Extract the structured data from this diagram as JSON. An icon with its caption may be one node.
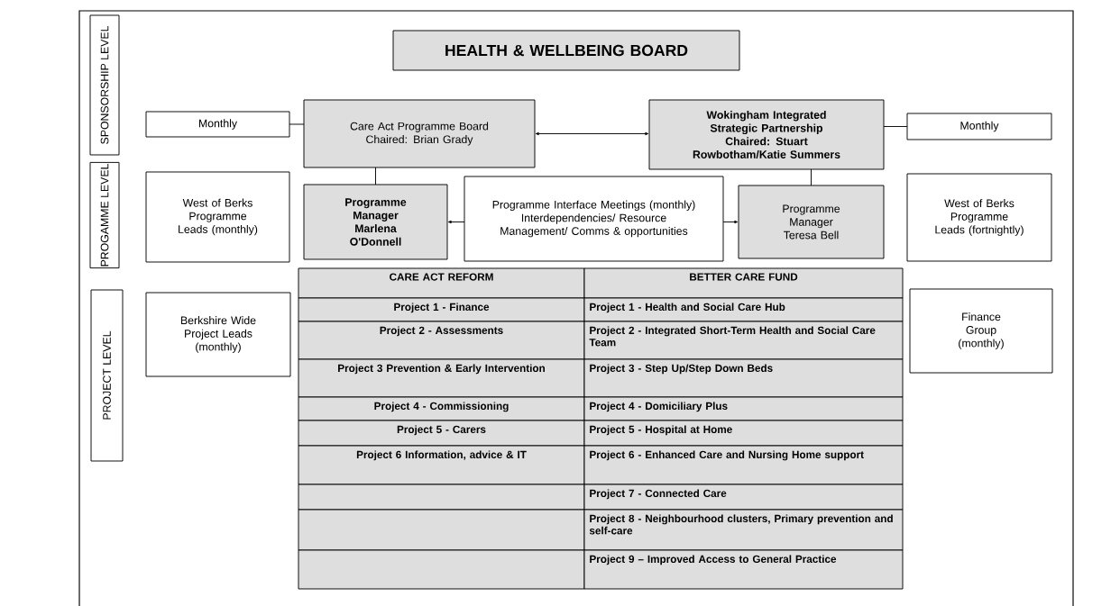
{
  "diagram": {
    "nodes": [
      {
        "text": [
          "HEALTH & WELLBEING BOARD"
        ]
      },
      {
        "text": [
          "Monthly"
        ]
      },
      {
        "text": [
          "Care Act Programme Board",
          "Chaired: Brian Grady"
        ]
      },
      {
        "text": [
          "Wokingham Integrated Strategic Partnership",
          "Chaired: Stuart Rowbotham/Katie Summers"
        ]
      },
      {
        "text": [
          "Monthly"
        ]
      },
      {
        "text": [
          "West of Berks Programme Leads (monthly)"
        ]
      },
      {
        "text": [
          "Programme Manager Marlena O'Donnell"
        ]
      },
      {
        "text": [
          "Programme Interface Meetings (monthly)",
          "Interdependencies/ Resource Management/ Comms & opportunities"
        ]
      },
      {
        "text": [
          "Programme Manager Teresa Bell"
        ]
      },
      {
        "text": [
          "West of Berks Programme Leads (fortnightly)"
        ]
      },
      {
        "text": [
          "Berkshire Wide Project Leads (monthly)"
        ]
      },
      {
        "text": [
          "Finance Group (monthly)"
        ]
      },
      {
        "text": [
          "SPONSORSHIP LEVEL"
        ]
      },
      {
        "text": [
          "PROGAMME LEVEL"
        ]
      },
      {
        "text": [
          "PROJECT LEVEL"
        ]
      }
    ],
    "edges": [
      {
        "from": 2,
        "to": 1,
        "arrow": "none"
      },
      {
        "from": 2,
        "to": 3,
        "arrow": "both"
      },
      {
        "from": 3,
        "to": 4,
        "arrow": "none"
      },
      {
        "from": 2,
        "to": 6,
        "arrow": "none"
      },
      {
        "from": 3,
        "to": 8,
        "arrow": "none"
      },
      {
        "from": 7,
        "to": 6,
        "arrow": "to"
      },
      {
        "from": 7,
        "to": 8,
        "arrow": "to"
      }
    ],
    "labels": [
      "CARE ACT REFORM",
      "BETTER CARE FUND",
      "Project 1 - Finance",
      "Project 1 - Health and Social Care Hub",
      "Project 2 - Assessments",
      "Project 2 - Integrated Short-Term Health and Social Care Team",
      "Project 3 Prevention & Early Intervention",
      "Project 3 - Step Up/Step Down Beds",
      "Project 4 - Commissioning",
      "Project 4 - Domiciliary Plus",
      "Project 5 - Carers",
      "Project 5 - Hospital at Home",
      "Project 6 Information, advice & IT",
      "Project 6 - Enhanced Care and Nursing Home support",
      "Project 7 - Connected Care",
      "Project 8 - Neighbourhood clusters, Primary prevention and self-care",
      "Project 9 – Improved Access to General Practice"
    ]
  }
}
